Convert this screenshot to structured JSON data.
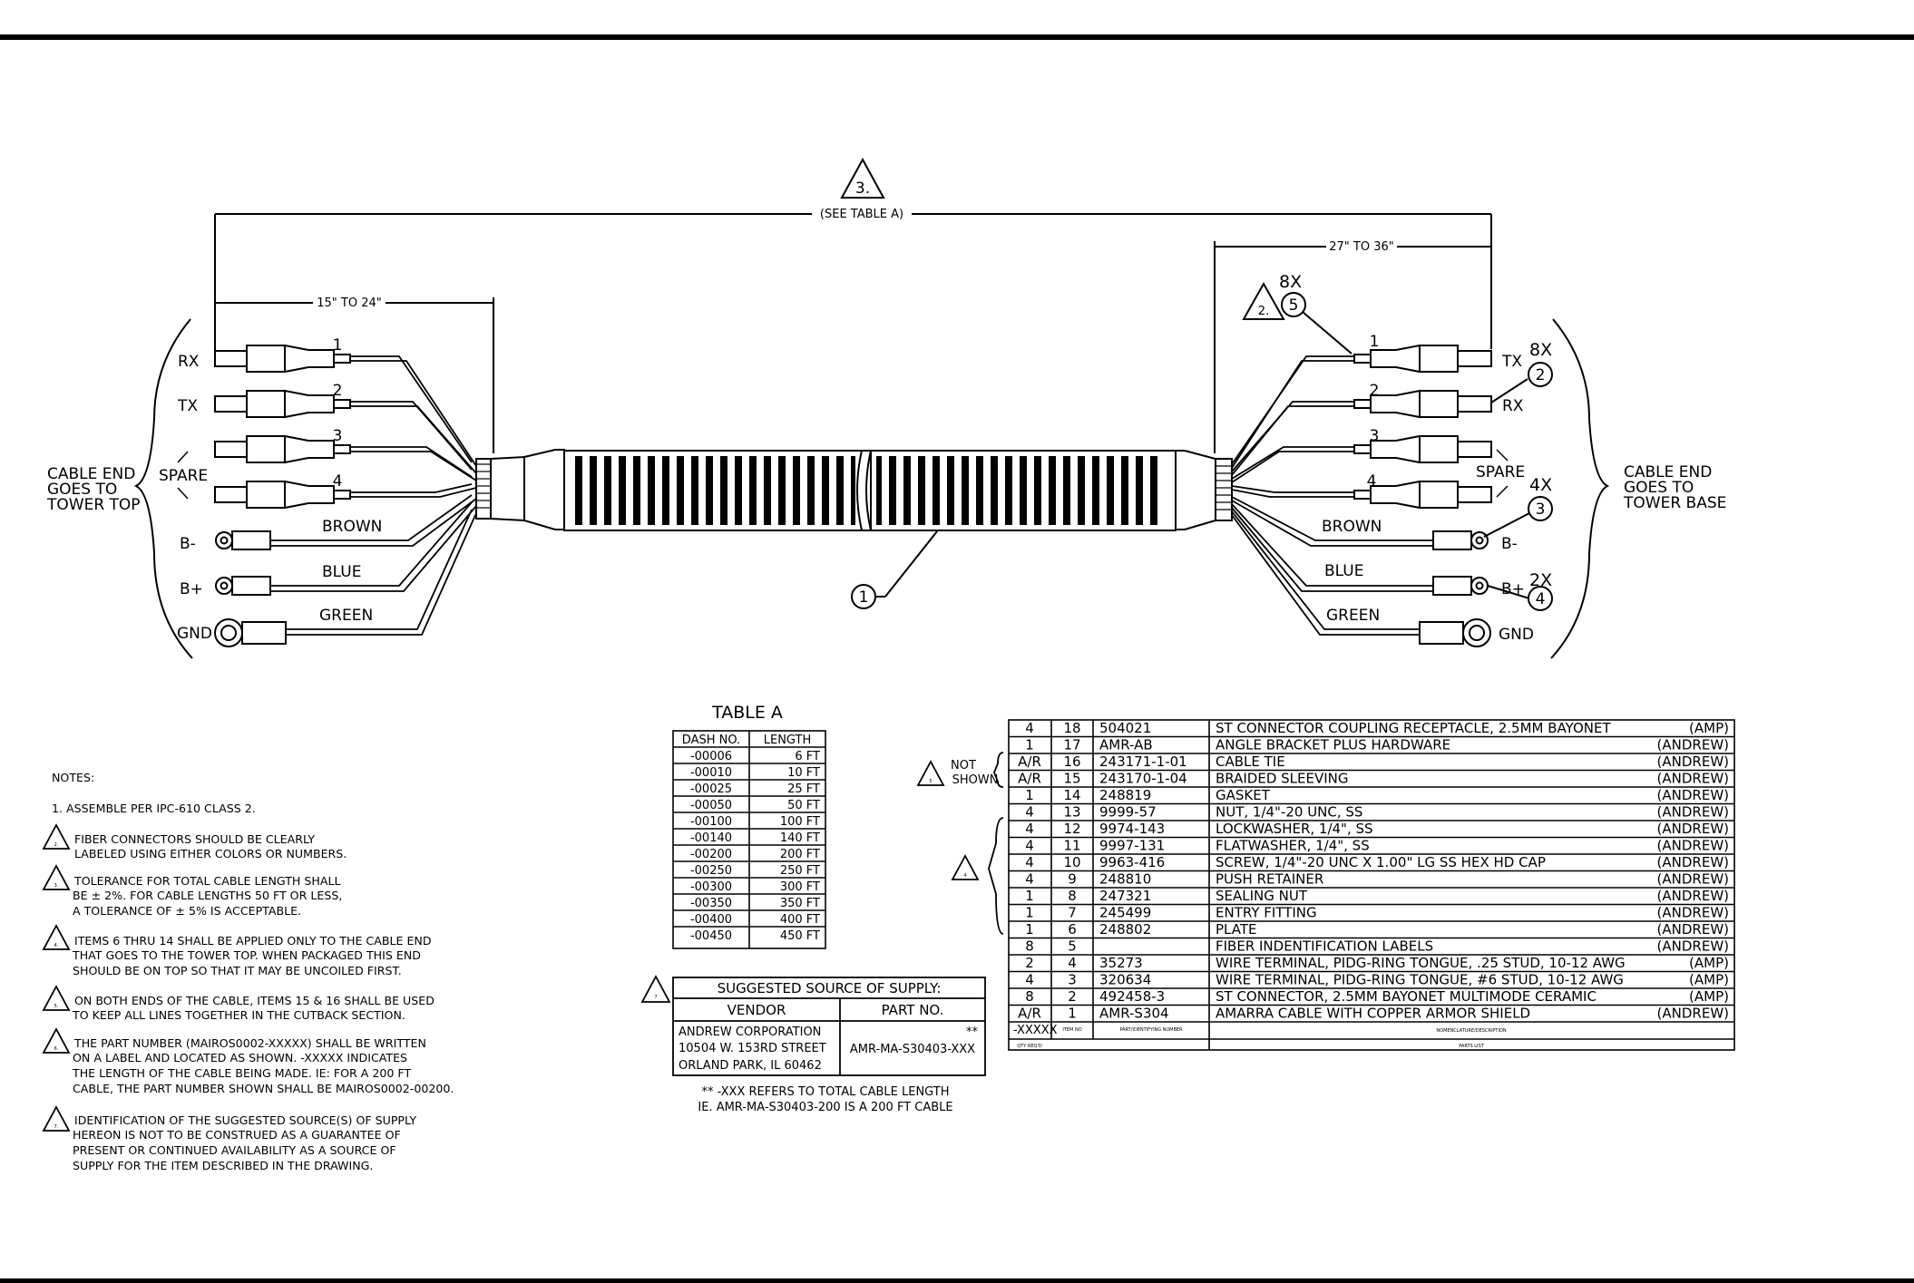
{
  "dims": {
    "overall": "(SEE TABLE A)",
    "overall_flag": "3.",
    "left_breakout": "15\" TO 24\"",
    "right_breakout": "27\" TO 36\""
  },
  "left_end": {
    "title_lines": [
      "CABLE END",
      "GOES TO",
      "TOWER TOP"
    ],
    "signals": [
      "RX",
      "TX",
      "SPARE",
      "B-",
      "B+",
      "GND"
    ],
    "fiber_numbers": [
      "1",
      "2",
      "3",
      "4"
    ],
    "wire_colors": [
      "BROWN",
      "BLUE",
      "GREEN"
    ]
  },
  "right_end": {
    "title_lines": [
      "CABLE END",
      "GOES TO",
      "TOWER BASE"
    ],
    "signals": [
      "TX",
      "RX",
      "SPARE",
      "B-",
      "B+",
      "GND"
    ],
    "fiber_numbers": [
      "1",
      "2",
      "3",
      "4"
    ],
    "wire_colors": [
      "BROWN",
      "BLUE",
      "GREEN"
    ]
  },
  "callouts": {
    "c5": {
      "qty": "8X",
      "item": "5",
      "flag": "2."
    },
    "c2": {
      "qty": "8X",
      "item": "2"
    },
    "c3": {
      "qty": "4X",
      "item": "3"
    },
    "c4": {
      "qty": "2X",
      "item": "4"
    },
    "c1": {
      "item": "1"
    }
  },
  "notes": {
    "title": "NOTES:",
    "n1": "1.  ASSEMBLE PER IPC-610 CLASS 2.",
    "items": [
      {
        "flag": "2.",
        "lines": [
          "FIBER CONNECTORS SHOULD BE CLEARLY",
          "LABELED USING EITHER COLORS OR NUMBERS."
        ]
      },
      {
        "flag": "3.",
        "lines": [
          "TOLERANCE FOR TOTAL CABLE LENGTH SHALL",
          "BE ± 2%. FOR CABLE LENGTHS 50 FT OR LESS,",
          "A TOLERANCE OF ± 5% IS ACCEPTABLE."
        ]
      },
      {
        "flag": "4.",
        "lines": [
          "ITEMS 6 THRU 14 SHALL BE APPLIED ONLY TO THE CABLE END",
          "THAT GOES TO THE TOWER TOP.  WHEN PACKAGED THIS END",
          "SHOULD BE ON TOP SO THAT IT MAY BE UNCOILED FIRST."
        ]
      },
      {
        "flag": "5.",
        "lines": [
          "ON BOTH ENDS OF THE CABLE, ITEMS 15 & 16 SHALL BE USED",
          "TO KEEP ALL LINES TOGETHER IN THE CUTBACK SECTION."
        ]
      },
      {
        "flag": "6.",
        "lines": [
          "THE PART NUMBER (MAIROS0002-XXXXX) SHALL BE WRITTEN",
          "ON A LABEL AND LOCATED AS SHOWN.  -XXXXX INDICATES",
          "THE LENGTH OF THE CABLE BEING MADE.  IE: FOR A 200 FT",
          "CABLE, THE PART NUMBER SHOWN SHALL BE MAIROS0002-00200."
        ]
      },
      {
        "flag": "7.",
        "lines": [
          "IDENTIFICATION OF THE SUGGESTED SOURCE(S) OF SUPPLY",
          "HEREON IS NOT TO BE CONSTRUED AS A GUARANTEE OF",
          "PRESENT OR CONTINUED AVAILABILITY AS A SOURCE OF",
          "SUPPLY FOR THE ITEM DESCRIBED IN THE DRAWING."
        ]
      }
    ]
  },
  "table_a": {
    "title": "TABLE A",
    "headers": [
      "DASH NO.",
      "LENGTH"
    ],
    "rows": [
      [
        "-00006",
        "6 FT"
      ],
      [
        "-00010",
        "10 FT"
      ],
      [
        "-00025",
        "25 FT"
      ],
      [
        "-00050",
        "50 FT"
      ],
      [
        "-00100",
        "100 FT"
      ],
      [
        "-00140",
        "140 FT"
      ],
      [
        "-00200",
        "200 FT"
      ],
      [
        "-00250",
        "250 FT"
      ],
      [
        "-00300",
        "300 FT"
      ],
      [
        "-00350",
        "350 FT"
      ],
      [
        "-00400",
        "400 FT"
      ],
      [
        "-00450",
        "450 FT"
      ]
    ]
  },
  "supply": {
    "flag": "7",
    "title": "SUGGESTED SOURCE OF SUPPLY:",
    "headers": [
      "VENDOR",
      "PART NO."
    ],
    "vendor_lines": [
      "ANDREW CORPORATION",
      "10504 W. 153RD STREET",
      "ORLAND PARK, IL 60462"
    ],
    "part_no": "AMR-MA-S30403-XXX",
    "part_mark": "**",
    "footnote_lines": [
      "** -XXX REFERS TO TOTAL CABLE LENGTH",
      "IE. AMR-MA-S30403-200 IS A 200 FT CABLE"
    ]
  },
  "parts_list": {
    "rows": [
      [
        "4",
        "18",
        "504021",
        "ST CONNECTOR COUPLING RECEPTACLE, 2.5MM BAYONET",
        "(AMP)"
      ],
      [
        "1",
        "17",
        "AMR-AB",
        "ANGLE BRACKET PLUS HARDWARE",
        "(ANDREW)"
      ],
      [
        "A/R",
        "16",
        "243171-1-01",
        "CABLE TIE",
        "(ANDREW)"
      ],
      [
        "A/R",
        "15",
        "243170-1-04",
        "BRAIDED SLEEVING",
        "(ANDREW)"
      ],
      [
        "1",
        "14",
        "248819",
        "GASKET",
        "(ANDREW)"
      ],
      [
        "4",
        "13",
        "9999-57",
        "NUT, 1/4\"-20 UNC, SS",
        "(ANDREW)"
      ],
      [
        "4",
        "12",
        "9974-143",
        "LOCKWASHER, 1/4\", SS",
        "(ANDREW)"
      ],
      [
        "4",
        "11",
        "9997-131",
        "FLATWASHER, 1/4\", SS",
        "(ANDREW)"
      ],
      [
        "4",
        "10",
        "9963-416",
        "SCREW, 1/4\"-20 UNC X 1.00\" LG SS HEX HD CAP",
        "(ANDREW)"
      ],
      [
        "4",
        "9",
        "248810",
        "PUSH RETAINER",
        "(ANDREW)"
      ],
      [
        "1",
        "8",
        "247321",
        "SEALING NUT",
        "(ANDREW)"
      ],
      [
        "1",
        "7",
        "245499",
        "ENTRY FITTING",
        "(ANDREW)"
      ],
      [
        "1",
        "6",
        "248802",
        "PLATE",
        "(ANDREW)"
      ],
      [
        "8",
        "5",
        "",
        "FIBER INDENTIFICATION LABELS",
        "(ANDREW)"
      ],
      [
        "2",
        "4",
        "35273",
        "WIRE TERMINAL, PIDG-RING TONGUE, .25 STUD, 10-12 AWG",
        "(AMP)"
      ],
      [
        "4",
        "3",
        "320634",
        "WIRE TERMINAL, PIDG-RING TONGUE, #6 STUD, 10-12 AWG",
        "(AMP)"
      ],
      [
        "8",
        "2",
        "492458-3",
        "ST CONNECTOR, 2.5MM BAYONET MULTIMODE CERAMIC",
        "(AMP)"
      ],
      [
        "A/R",
        "1",
        "AMR-S304",
        "AMARRA CABLE WITH COPPER ARMOR SHIELD",
        "(ANDREW)"
      ]
    ],
    "dash_row": "-XXXXX",
    "hdr_item": "ITEM NO",
    "hdr_part": "PART/IDENTIFYING NUMBER",
    "hdr_nomen": "NOMENCLATURE/DESCRIPTION",
    "hdr_qty": "QTY REQ'D",
    "footer": "PARTS LIST",
    "not_shown": [
      "NOT",
      "SHOWN"
    ],
    "flag5": "5",
    "flag4": "4"
  }
}
